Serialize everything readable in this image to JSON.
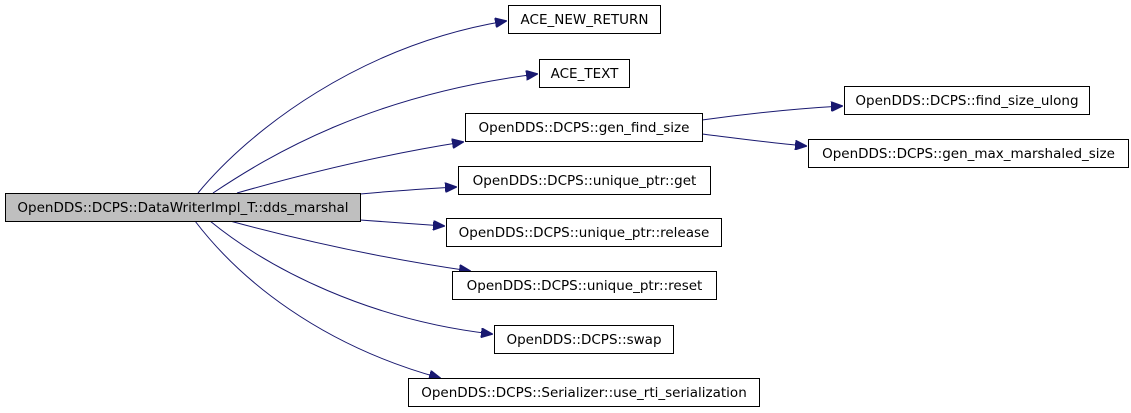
{
  "colors": {
    "edge": "#191970",
    "root_fill": "#bfbfbf",
    "node_fill": "#ffffff",
    "border": "#000000"
  },
  "nodes": [
    {
      "id": "root",
      "label": "OpenDDS::DCPS::DataWriterImpl_T::dds_marshal",
      "root": true
    },
    {
      "id": "ace_new_return",
      "label": "ACE_NEW_RETURN"
    },
    {
      "id": "ace_text",
      "label": "ACE_TEXT"
    },
    {
      "id": "gen_find_size",
      "label": "OpenDDS::DCPS::gen_find_size"
    },
    {
      "id": "unique_ptr_get",
      "label": "OpenDDS::DCPS::unique_ptr::get"
    },
    {
      "id": "unique_ptr_release",
      "label": "OpenDDS::DCPS::unique_ptr::release"
    },
    {
      "id": "unique_ptr_reset",
      "label": "OpenDDS::DCPS::unique_ptr::reset"
    },
    {
      "id": "swap",
      "label": "OpenDDS::DCPS::swap"
    },
    {
      "id": "use_rti_serialization",
      "label": "OpenDDS::DCPS::Serializer::use_rti_serialization"
    },
    {
      "id": "find_size_ulong",
      "label": "OpenDDS::DCPS::find_size_ulong"
    },
    {
      "id": "gen_max_marshaled_size",
      "label": "OpenDDS::DCPS::gen_max_marshaled_size"
    }
  ],
  "edges": [
    {
      "from": "root",
      "to": "ace_new_return"
    },
    {
      "from": "root",
      "to": "ace_text"
    },
    {
      "from": "root",
      "to": "gen_find_size"
    },
    {
      "from": "root",
      "to": "unique_ptr_get"
    },
    {
      "from": "root",
      "to": "unique_ptr_release"
    },
    {
      "from": "root",
      "to": "unique_ptr_reset"
    },
    {
      "from": "root",
      "to": "swap"
    },
    {
      "from": "root",
      "to": "use_rti_serialization"
    },
    {
      "from": "gen_find_size",
      "to": "find_size_ulong"
    },
    {
      "from": "gen_find_size",
      "to": "gen_max_marshaled_size"
    }
  ]
}
